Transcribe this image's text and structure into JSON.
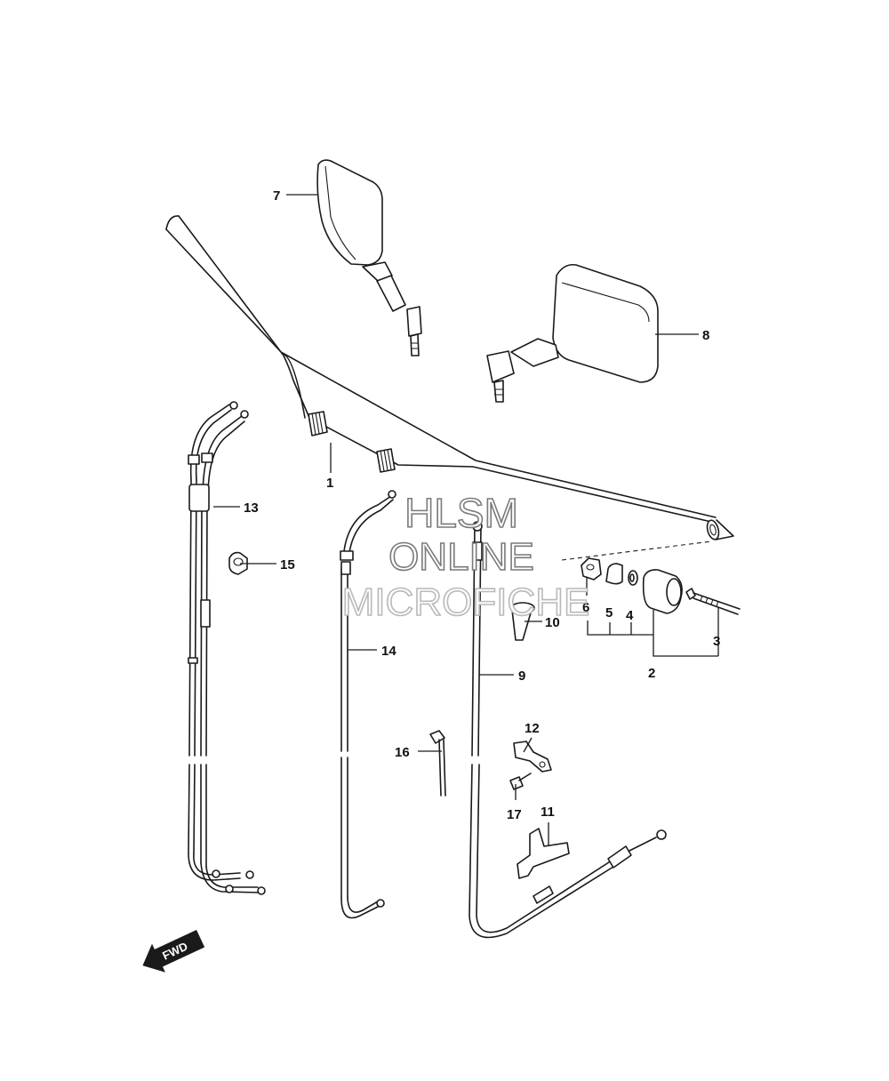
{
  "callouts": [
    "1",
    "2",
    "3",
    "4",
    "5",
    "6",
    "7",
    "8",
    "9",
    "10",
    "11",
    "12",
    "13",
    "14",
    "15",
    "16",
    "17"
  ],
  "watermark": {
    "line1": "HLSM",
    "line2": "ONLINE",
    "line3": "MICROFICHE"
  },
  "fwd_label": "FWD"
}
